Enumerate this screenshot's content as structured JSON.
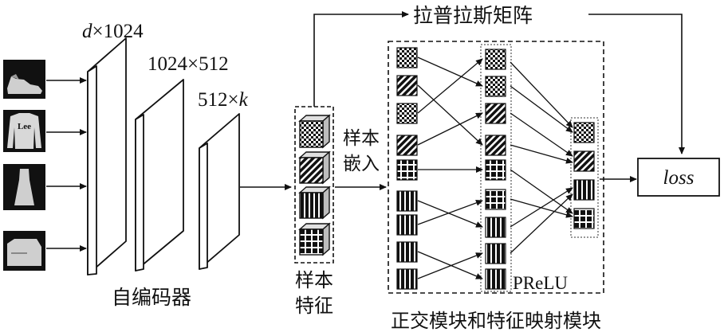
{
  "inputs": [
    {
      "icon": "shoe-icon"
    },
    {
      "icon": "sweater-icon",
      "text": "Lee"
    },
    {
      "icon": "dress-icon"
    },
    {
      "icon": "bag-icon"
    }
  ],
  "layers": {
    "l1_prefix": "d",
    "l1_suffix": "×1024",
    "l2": "1024×512",
    "l3_prefix": "512×",
    "l3_suffix": "k"
  },
  "labels": {
    "encoder": "自编码器",
    "sample_feature_1": "样本",
    "sample_feature_2": "特征",
    "sample_embed_1": "样本",
    "sample_embed_2": "嵌入",
    "laplacian": "拉普拉斯矩阵",
    "loss": "loss",
    "prelu": "PReLU",
    "module": "正交模块和特征映射模块"
  },
  "colors": {
    "line": "#111111",
    "box_fill": "#ffffff",
    "tile_dark": "#111111"
  }
}
